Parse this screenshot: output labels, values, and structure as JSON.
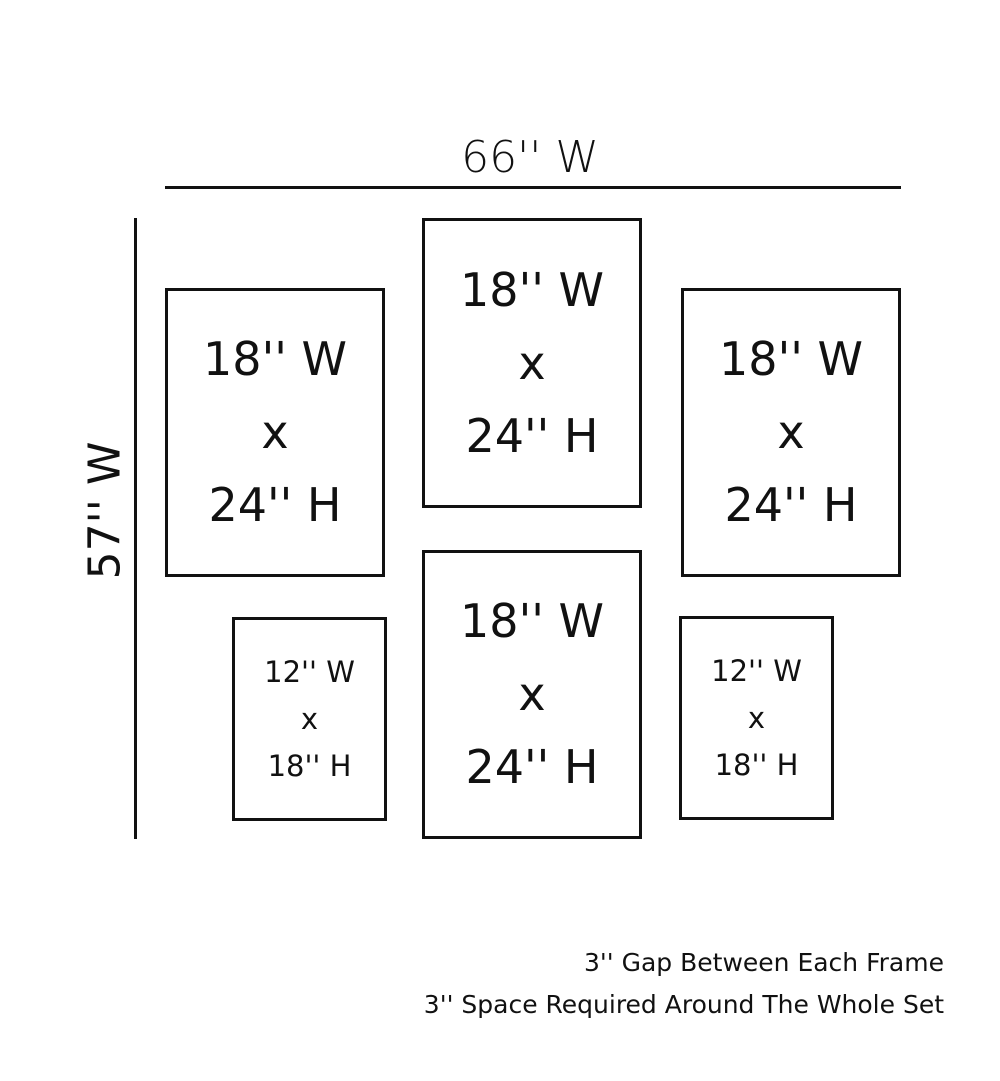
{
  "overall_width_label": "66'' W",
  "overall_height_label": "57'' W",
  "frames": [
    {
      "w": "18'' W",
      "x": "x",
      "h": "24'' H"
    },
    {
      "w": "18'' W",
      "x": "x",
      "h": "24'' H"
    },
    {
      "w": "18'' W",
      "x": "x",
      "h": "24'' H"
    },
    {
      "w": "12'' W",
      "x": "x",
      "h": "18'' H"
    },
    {
      "w": "18'' W",
      "x": "x",
      "h": "24'' H"
    },
    {
      "w": "12'' W",
      "x": "x",
      "h": "18'' H"
    }
  ],
  "notes": [
    "3'' Gap Between Each Frame",
    "3'' Space Required Around The Whole Set"
  ]
}
